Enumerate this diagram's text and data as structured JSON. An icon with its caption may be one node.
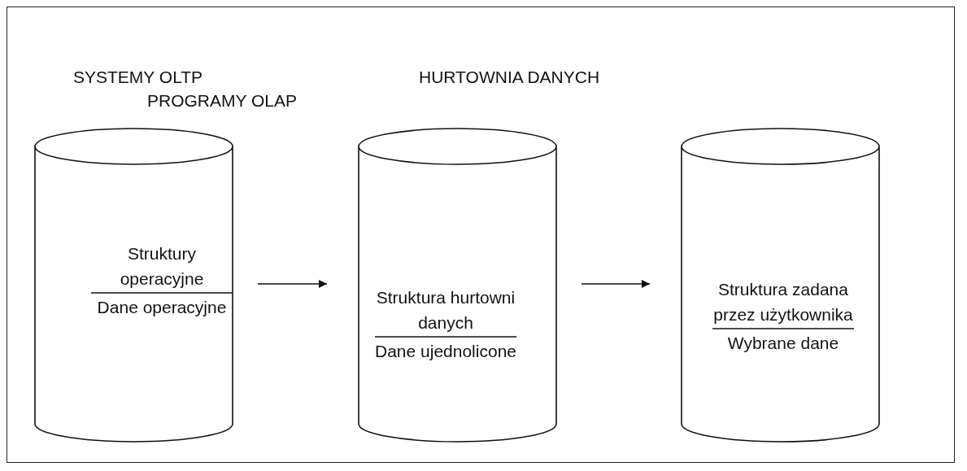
{
  "diagram": {
    "nodes": [
      {
        "text": [
          "Struktury operacyjne",
          "Dane operacyjne"
        ]
      },
      {
        "text": [
          "Struktura hurtowni danych",
          "Dane ujednolicone"
        ]
      },
      {
        "text": [
          "Struktura zadana przez użytkownika",
          "Wybrane dane"
        ]
      }
    ],
    "edges": [
      {
        "from": 0,
        "to": 1,
        "arrow": "to"
      },
      {
        "from": 1,
        "to": 2,
        "arrow": "to"
      }
    ],
    "labels": [
      "SYSTEMY OLTP",
      "PROGRAMY OLAP",
      "HURTOWNIA DANYCH"
    ]
  }
}
